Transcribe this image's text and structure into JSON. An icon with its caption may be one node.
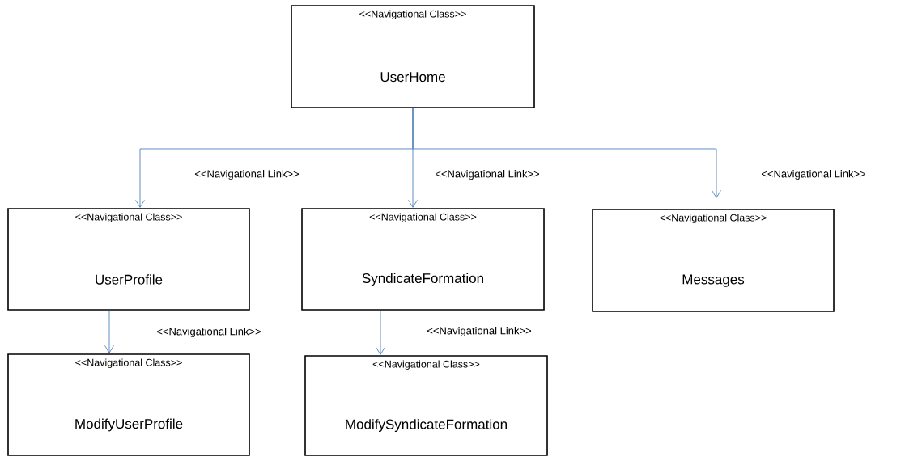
{
  "diagram": {
    "nodes": [
      {
        "text": [
          "<<Navigational Class>>",
          "UserHome"
        ]
      },
      {
        "text": [
          "<<Navigational Class>>",
          "UserProfile"
        ]
      },
      {
        "text": [
          "<<Navigational Class>>",
          "SyndicateFormation"
        ]
      },
      {
        "text": [
          "<<Navigational Class>>",
          "Messages"
        ]
      },
      {
        "text": [
          "<<Navigational Class>>",
          "ModifyUserProfile"
        ]
      },
      {
        "text": [
          "<<Navigational Class>>",
          "ModifySyndicateFormation"
        ]
      }
    ],
    "edges": [
      {
        "from": 0,
        "to": 1,
        "arrow": "to",
        "label": "<<Navigational Link>>"
      },
      {
        "from": 0,
        "to": 2,
        "arrow": "to",
        "label": "<<Navigational Link>>"
      },
      {
        "from": 0,
        "to": 3,
        "arrow": "to",
        "label": "<<Navigational Link>>"
      },
      {
        "from": 1,
        "to": 4,
        "arrow": "to",
        "label": "<<Navigational Link>>"
      },
      {
        "from": 2,
        "to": 5,
        "arrow": "to",
        "label": "<<Navigational Link>>"
      }
    ]
  }
}
